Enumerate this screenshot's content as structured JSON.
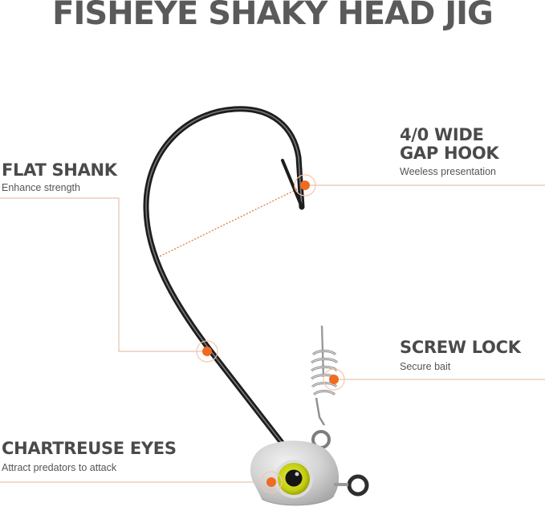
{
  "header": {
    "title": "FISHEYE SHAKY HEAD JIG"
  },
  "callouts": {
    "flat_shank": {
      "title": "FLAT SHANK",
      "subtitle": "Enhance strength"
    },
    "wide_gap_hook": {
      "title_line1": "4/0 WIDE",
      "title_line2": "GAP HOOK",
      "subtitle": "Weeless presentation"
    },
    "screw_lock": {
      "title": "SCREW LOCK",
      "subtitle": "Secure bait"
    },
    "chartreuse_eyes": {
      "title": "CHARTREUSE EYES",
      "subtitle": "Attract predators to attack"
    }
  },
  "colors": {
    "accent": "#f06a20",
    "leader_line": "#d9a98a",
    "title_text": "#5a5a5a",
    "hook": "#2a2a2a",
    "eye": "#c8d400"
  },
  "icons": [
    "hook-illustration",
    "jig-head-illustration",
    "screw-lock-illustration",
    "fish-eye-illustration"
  ]
}
